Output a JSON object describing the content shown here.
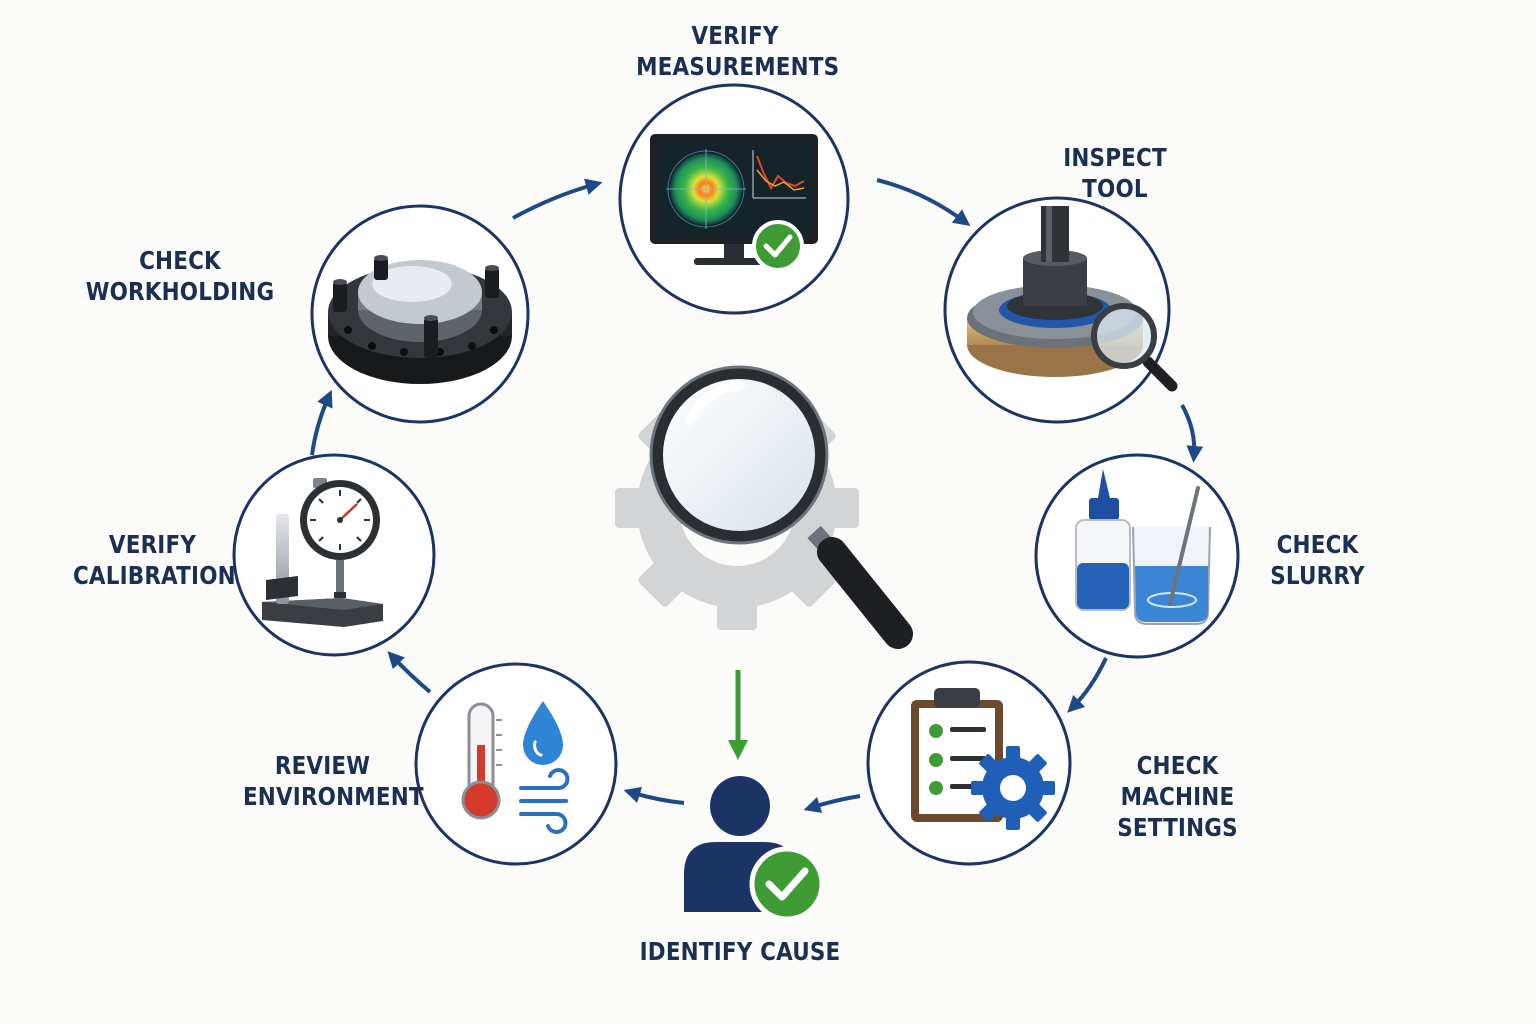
{
  "diagram": {
    "steps": [
      {
        "id": "measurements",
        "lines": [
          "VERIFY",
          "MEASUREMENTS"
        ],
        "icon": "monitor-heatmap-icon"
      },
      {
        "id": "tool",
        "lines": [
          "INSPECT",
          "TOOL"
        ],
        "icon": "polishing-tool-magnifier-icon"
      },
      {
        "id": "slurry",
        "lines": [
          "CHECK",
          "SLURRY"
        ],
        "icon": "slurry-bottle-beaker-icon"
      },
      {
        "id": "machine",
        "lines": [
          "CHECK",
          "MACHINE",
          "SETTINGS"
        ],
        "icon": "checklist-gear-icon"
      },
      {
        "id": "environment",
        "lines": [
          "REVIEW",
          "ENVIRONMENT"
        ],
        "icon": "thermometer-drop-wind-icon"
      },
      {
        "id": "calibration",
        "lines": [
          "VERIFY",
          "CALIBRATION"
        ],
        "icon": "dial-gauge-stand-icon"
      },
      {
        "id": "workholding",
        "lines": [
          "CHECK",
          "WORKHOLDING"
        ],
        "icon": "fixture-plate-icon"
      }
    ],
    "outcome": {
      "lines": [
        "IDENTIFY CAUSE"
      ],
      "icon": "person-check-icon"
    },
    "center_icon": "magnifier-gear-icon",
    "colors": {
      "navy": "#1b2f52",
      "arrow_blue": "#1d4a86",
      "ring": "#1c3366",
      "green": "#3f9c35",
      "accent_blue": "#2462b3"
    }
  }
}
